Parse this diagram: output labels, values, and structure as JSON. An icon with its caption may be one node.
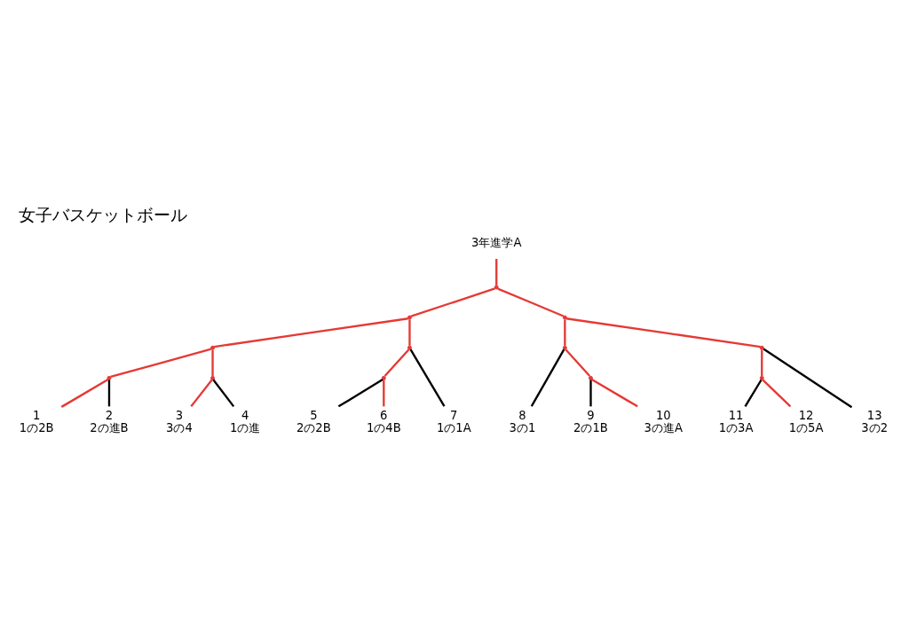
{
  "diagram": {
    "title": "女子バスケットボール",
    "nodes": [
      {
        "text": [
          "3年進学A"
        ]
      },
      {
        "text": [],
        "shape": "point"
      },
      {
        "text": [],
        "shape": "point"
      },
      {
        "text": [],
        "shape": "point"
      },
      {
        "text": [],
        "shape": "point"
      },
      {
        "text": [],
        "shape": "point"
      },
      {
        "text": [],
        "shape": "point"
      },
      {
        "text": [],
        "shape": "point"
      },
      {
        "text": [],
        "shape": "point"
      },
      {
        "text": [],
        "shape": "point"
      },
      {
        "text": [],
        "shape": "point"
      },
      {
        "text": [],
        "shape": "point"
      },
      {
        "text": [],
        "shape": "point"
      },
      {
        "text": [
          "1",
          "1の2B"
        ]
      },
      {
        "text": [
          "2",
          "2の進B"
        ]
      },
      {
        "text": [
          "3",
          "3の4"
        ]
      },
      {
        "text": [
          "4",
          "1の進"
        ]
      },
      {
        "text": [
          "5",
          "2の2B"
        ]
      },
      {
        "text": [
          "6",
          "1の4B"
        ]
      },
      {
        "text": [
          "7",
          "1の1A"
        ]
      },
      {
        "text": [
          "8",
          "3の1"
        ]
      },
      {
        "text": [
          "9",
          "2の1B"
        ]
      },
      {
        "text": [
          "10",
          "3の進A"
        ]
      },
      {
        "text": [
          "11",
          "1の3A"
        ]
      },
      {
        "text": [
          "12",
          "1の5A"
        ]
      },
      {
        "text": [
          "13",
          "3の2"
        ]
      }
    ],
    "edges": [
      {
        "from": 13,
        "to": 8,
        "arrow": "none"
      },
      {
        "from": 14,
        "to": 8,
        "arrow": "none",
        "color": "#000000"
      },
      {
        "from": 15,
        "to": 9,
        "arrow": "none"
      },
      {
        "from": 16,
        "to": 9,
        "arrow": "none",
        "color": "#000000"
      },
      {
        "from": 8,
        "to": 4,
        "arrow": "none"
      },
      {
        "from": 9,
        "to": 4,
        "arrow": "none"
      },
      {
        "from": 17,
        "to": 10,
        "arrow": "none",
        "color": "#000000"
      },
      {
        "from": 18,
        "to": 10,
        "arrow": "none"
      },
      {
        "from": 10,
        "to": 5,
        "arrow": "none"
      },
      {
        "from": 19,
        "to": 5,
        "arrow": "none",
        "color": "#000000"
      },
      {
        "from": 4,
        "to": 2,
        "arrow": "none"
      },
      {
        "from": 5,
        "to": 2,
        "arrow": "none"
      },
      {
        "from": 20,
        "to": 6,
        "arrow": "none",
        "color": "#000000"
      },
      {
        "from": 21,
        "to": 11,
        "arrow": "none",
        "color": "#000000"
      },
      {
        "from": 22,
        "to": 11,
        "arrow": "none"
      },
      {
        "from": 11,
        "to": 6,
        "arrow": "none"
      },
      {
        "from": 23,
        "to": 12,
        "arrow": "none",
        "color": "#000000"
      },
      {
        "from": 24,
        "to": 12,
        "arrow": "none"
      },
      {
        "from": 12,
        "to": 7,
        "arrow": "none"
      },
      {
        "from": 25,
        "to": 7,
        "arrow": "none",
        "color": "#000000"
      },
      {
        "from": 6,
        "to": 3,
        "arrow": "none"
      },
      {
        "from": 7,
        "to": 3,
        "arrow": "none"
      },
      {
        "from": 2,
        "to": 1,
        "arrow": "none"
      },
      {
        "from": 3,
        "to": 1,
        "arrow": "none"
      },
      {
        "from": 1,
        "to": 0,
        "arrow": "none"
      }
    ]
  }
}
